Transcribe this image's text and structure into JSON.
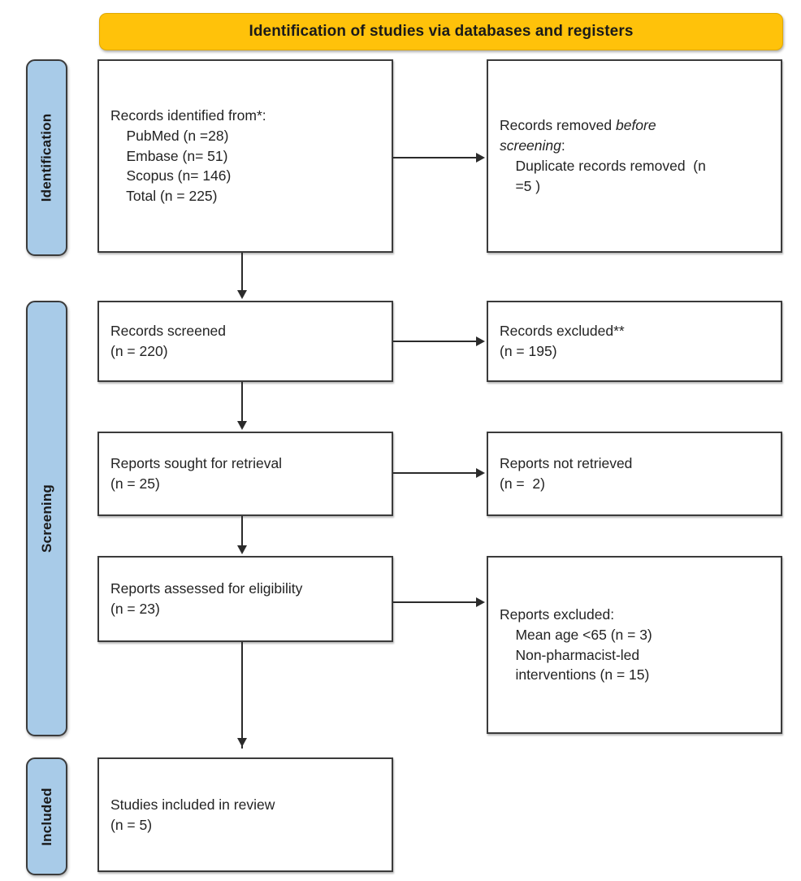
{
  "banner": {
    "title": "Identification of studies via databases and registers",
    "color": "#ffc20a"
  },
  "stages": {
    "identification": "Identification",
    "screening": "Screening",
    "included": "Included",
    "color": "#a8cbe8"
  },
  "boxes": {
    "identified": {
      "line1": "Records identified from*:",
      "line2": "    PubMed (n =28)",
      "line3": "    Embase (n= 51)",
      "line4": "    Scopus (n= 146)",
      "line5": "    Total (n = 225)"
    },
    "removed": {
      "line1_a": "Records removed ",
      "line1_b": "before",
      "line2_b": "screening",
      "line2_a": ":",
      "line3": "    Duplicate records removed  (n",
      "line4": "    =5 )"
    },
    "screened": {
      "line1": "Records screened",
      "line2": "(n = 220)"
    },
    "excluded_records": {
      "line1": "Records excluded**",
      "line2": "(n = 195)"
    },
    "sought": {
      "line1": "Reports sought for retrieval",
      "line2": "(n = 25)"
    },
    "not_retrieved": {
      "line1": "Reports not retrieved",
      "line2": "(n =  2)"
    },
    "assessed": {
      "line1": "Reports assessed for eligibility",
      "line2": "(n = 23)"
    },
    "excluded_reports": {
      "line1": "Reports excluded:",
      "line2": "    Mean age <65 (n = 3)",
      "line3": "    Non-pharmacist-led",
      "line4": "    interventions (n = 15)"
    },
    "included": {
      "line1": "Studies included in review",
      "line2": "(n = 5)"
    }
  },
  "chart_data": {
    "type": "diagram",
    "title": "Identification of studies via databases and registers",
    "nodes": [
      {
        "id": "identified",
        "stage": "Identification",
        "column": "left",
        "counts": {
          "PubMed": 28,
          "Embase": 51,
          "Scopus": 146,
          "Total": 225
        }
      },
      {
        "id": "removed",
        "stage": "Identification",
        "column": "right",
        "counts": {
          "Duplicate records removed": 5
        }
      },
      {
        "id": "screened",
        "stage": "Screening",
        "column": "left",
        "counts": {
          "n": 220
        }
      },
      {
        "id": "excluded_records",
        "stage": "Screening",
        "column": "right",
        "counts": {
          "n": 195
        }
      },
      {
        "id": "sought",
        "stage": "Screening",
        "column": "left",
        "counts": {
          "n": 25
        }
      },
      {
        "id": "not_retrieved",
        "stage": "Screening",
        "column": "right",
        "counts": {
          "n": 2
        }
      },
      {
        "id": "assessed",
        "stage": "Screening",
        "column": "left",
        "counts": {
          "n": 23
        }
      },
      {
        "id": "excluded_reports",
        "stage": "Screening",
        "column": "right",
        "counts": {
          "Mean age <65": 3,
          "Non-pharmacist-led interventions": 15
        }
      },
      {
        "id": "included",
        "stage": "Included",
        "column": "left",
        "counts": {
          "n": 5
        }
      }
    ],
    "edges": [
      {
        "from": "identified",
        "to": "removed",
        "direction": "right"
      },
      {
        "from": "identified",
        "to": "screened",
        "direction": "down"
      },
      {
        "from": "screened",
        "to": "excluded_records",
        "direction": "right"
      },
      {
        "from": "screened",
        "to": "sought",
        "direction": "down"
      },
      {
        "from": "sought",
        "to": "not_retrieved",
        "direction": "right"
      },
      {
        "from": "sought",
        "to": "assessed",
        "direction": "down"
      },
      {
        "from": "assessed",
        "to": "excluded_reports",
        "direction": "right"
      },
      {
        "from": "assessed",
        "to": "included",
        "direction": "down"
      }
    ]
  }
}
